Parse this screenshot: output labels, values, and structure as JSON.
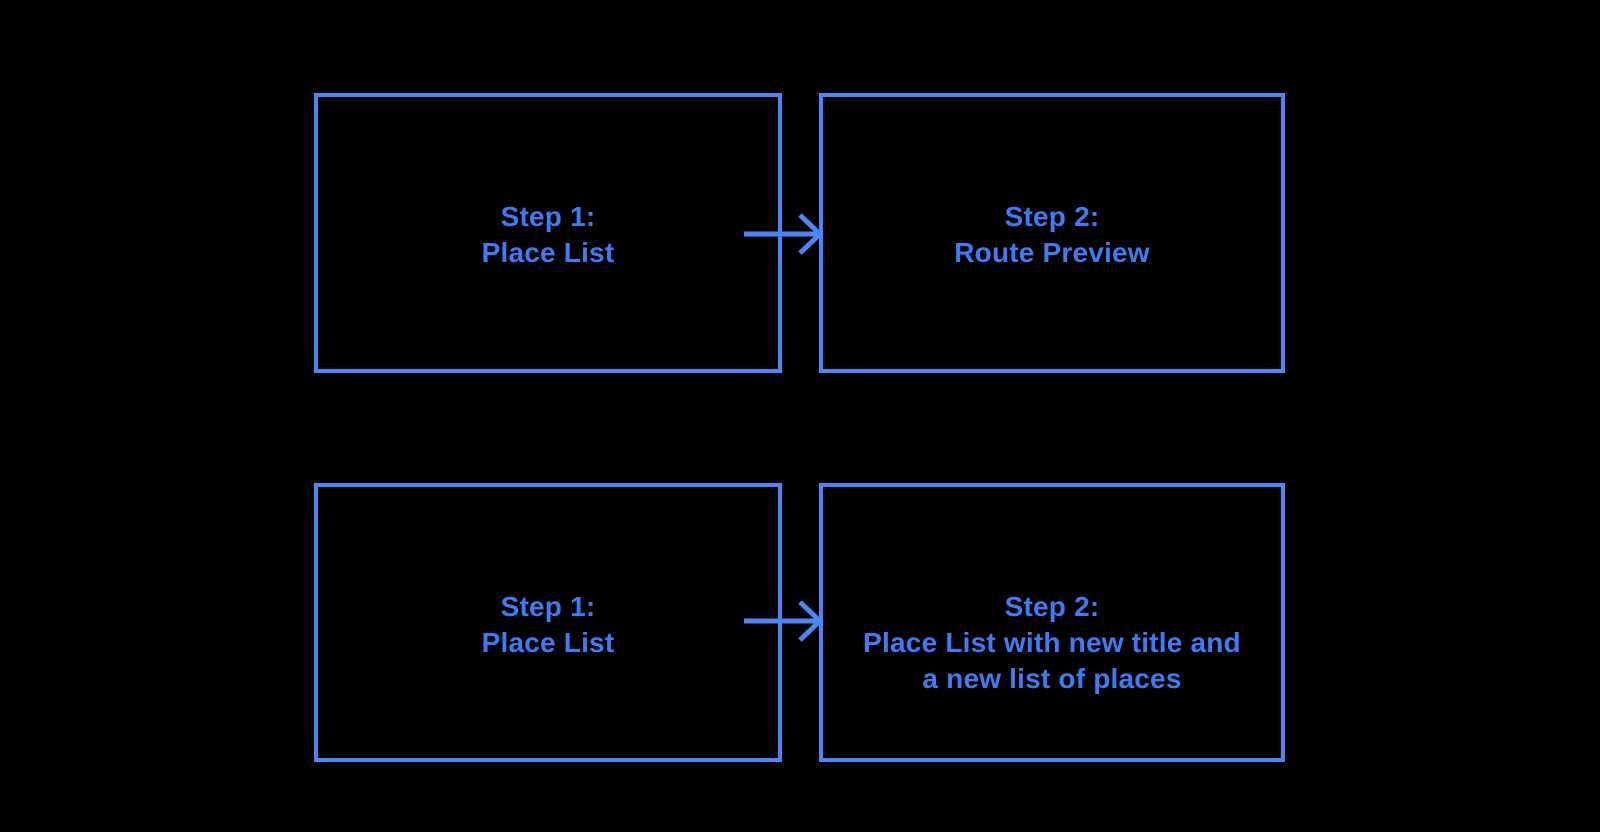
{
  "diagram": {
    "background": "#000000",
    "accent_blue": "#4a86f8",
    "text_blue": "#3d7cf4",
    "rows": [
      {
        "from": {
          "lines": [
            "Step 1:",
            "Place List"
          ]
        },
        "connector": "arrow-right",
        "to": {
          "lines": [
            "Step 2:",
            "Route Preview"
          ]
        }
      },
      {
        "from": {
          "lines": [
            "Step 1:",
            "Place List"
          ]
        },
        "connector": "arrow-right",
        "to": {
          "lines": [
            "Step 2:",
            "Place List with new title and",
            "a new list of places"
          ]
        }
      }
    ]
  }
}
